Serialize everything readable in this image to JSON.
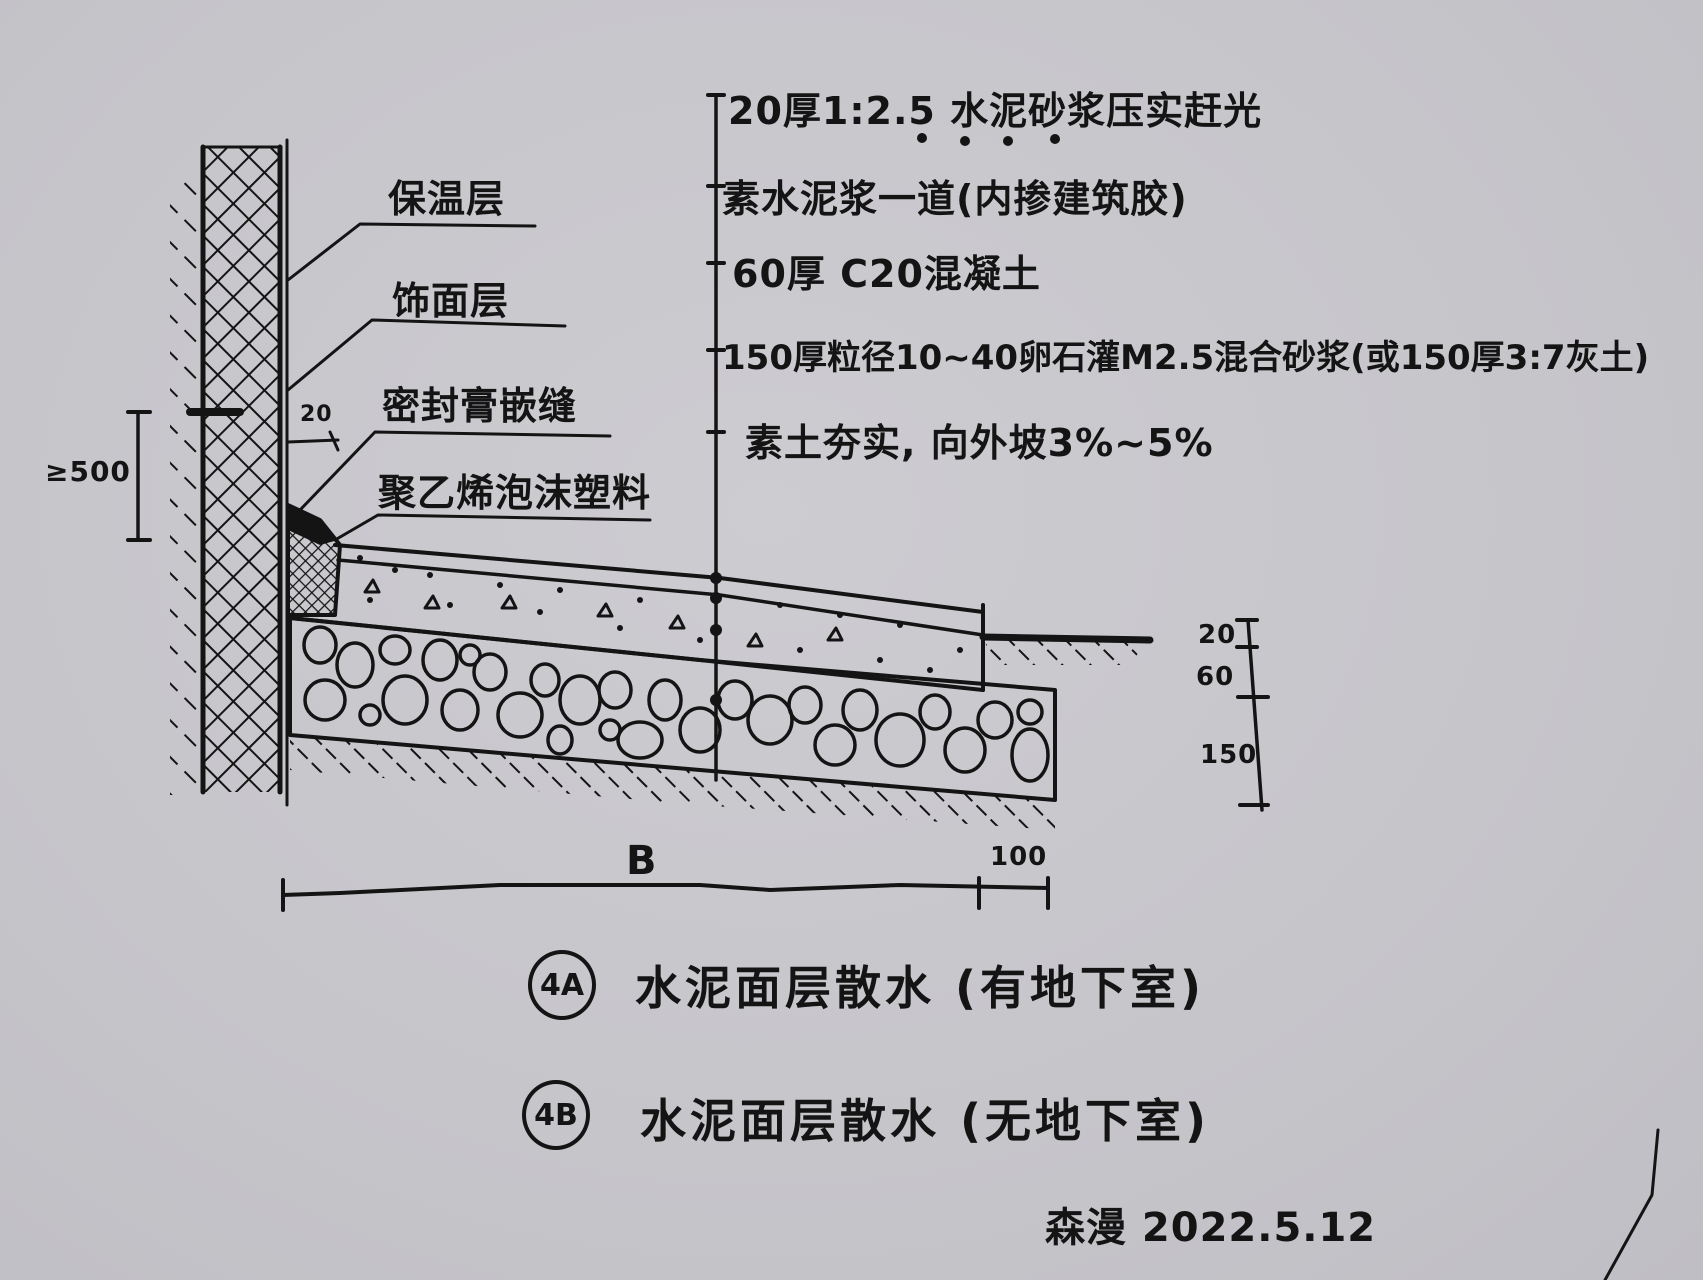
{
  "drawing": {
    "type": "hand-drawn construction section detail",
    "layer_specs": [
      "20厚1:2.5 水泥砂浆压实赶光",
      "素水泥浆一道(内掺建筑胶)",
      "60厚 C20混凝土",
      "150厚粒径10~40卵石灌M2.5混合砂浆(或150厚3:7灰土)",
      "素土夯实, 向外坡3%~5%"
    ],
    "callouts": {
      "insulation": "保温层",
      "finish": "饰面层",
      "sealant": "密封膏嵌缝",
      "foam": "聚乙烯泡沫塑料"
    },
    "dimensions": {
      "height_min": "≥500",
      "gap": "20",
      "layer_20": "20",
      "layer_60": "60",
      "layer_150": "150",
      "width_b": "B",
      "width_100": "100"
    },
    "captions": [
      {
        "badge": "4A",
        "text": "水泥面层散水 (有地下室)"
      },
      {
        "badge": "4B",
        "text": "水泥面层散水 (无地下室)"
      }
    ],
    "signature": "森漫 2022.5.12"
  },
  "colors": {
    "paper": "#c7c6cb",
    "ink": "#141414"
  }
}
